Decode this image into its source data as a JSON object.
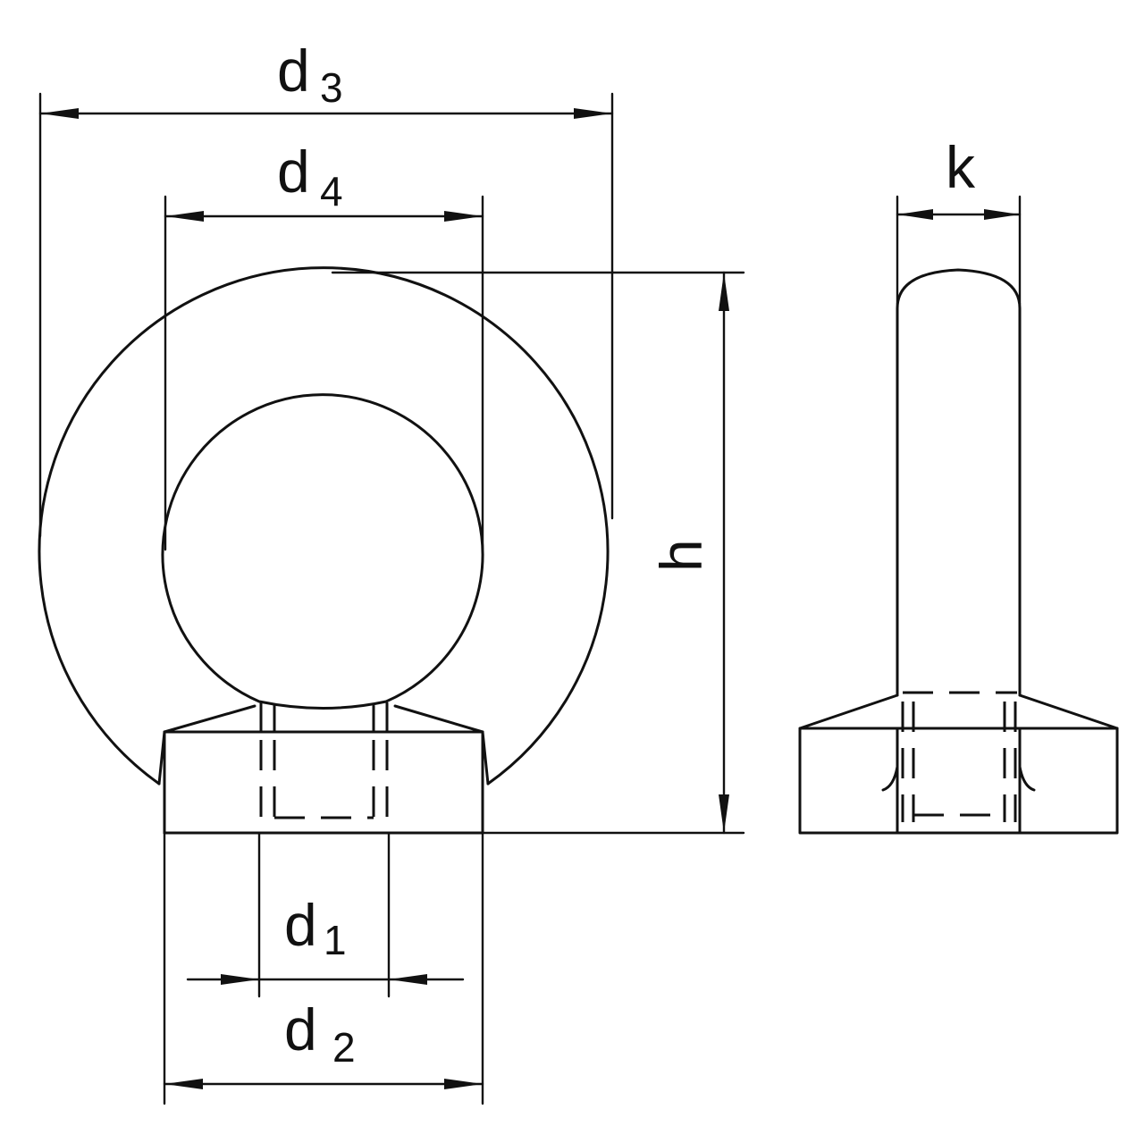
{
  "labels": {
    "d3": {
      "main": "d",
      "sub": "3"
    },
    "d4": {
      "main": "d",
      "sub": "4"
    },
    "d1": {
      "main": "d",
      "sub": "1"
    },
    "d2": {
      "main": "d",
      "sub": "2"
    },
    "h": "h",
    "k": "k"
  },
  "colors": {
    "line": "#111111",
    "background": "#ffffff"
  }
}
